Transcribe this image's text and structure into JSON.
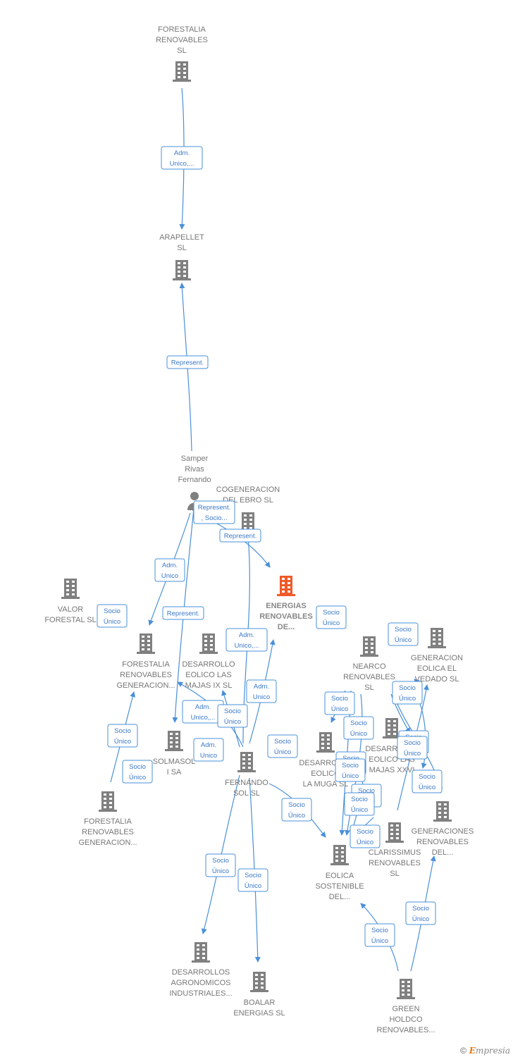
{
  "colors": {
    "building": "#808080",
    "focus": "#f05a28",
    "edge": "#4a90d9"
  },
  "nodes": [
    {
      "id": "forestalia_top",
      "type": "company",
      "lines": [
        "FORESTALIA",
        "RENOVABLES",
        "SL"
      ]
    },
    {
      "id": "arapellet",
      "type": "company",
      "lines": [
        "ARAPELLET",
        "SL"
      ]
    },
    {
      "id": "samper",
      "type": "person",
      "lines": [
        "Samper",
        "Rivas",
        "Fernando"
      ]
    },
    {
      "id": "cogeneracion",
      "type": "company",
      "lines": [
        "COGENERACION",
        "DEL EBRO  SL"
      ]
    },
    {
      "id": "energias",
      "type": "company",
      "focus": true,
      "lines": [
        "ENERGIAS",
        "RENOVABLES",
        "DE..."
      ]
    },
    {
      "id": "valor",
      "type": "company",
      "lines": [
        "VALOR",
        "FORESTAL SL"
      ]
    },
    {
      "id": "forestalia_gen1",
      "type": "company",
      "lines": [
        "FORESTALIA",
        "RENOVABLES",
        "GENERACION..."
      ]
    },
    {
      "id": "desarrollo_ix",
      "type": "company",
      "lines": [
        "DESARROLLO",
        "EOLICO LAS",
        "MAJAS IX  SL"
      ]
    },
    {
      "id": "nearco",
      "type": "company",
      "lines": [
        "NEARCO",
        "RENOVABLES",
        "SL"
      ]
    },
    {
      "id": "gen_vedado",
      "type": "company",
      "lines": [
        "GENERACION",
        "EOLICA EL",
        "VEDADO SL"
      ]
    },
    {
      "id": "solmasol",
      "type": "company",
      "lines": [
        "SOLMASOL",
        "I SA"
      ]
    },
    {
      "id": "fernando_sol",
      "type": "company",
      "lines": [
        "FERNANDO",
        "SOL SL"
      ]
    },
    {
      "id": "desarrollo_muga",
      "type": "company",
      "lines": [
        "DESARROLLO",
        "EOLICO",
        "LA MUGA SL"
      ]
    },
    {
      "id": "desarrollo_xxvi",
      "type": "company",
      "lines": [
        "DESARROLLO",
        "EOLICO LAS",
        "MAJAS XXVI"
      ]
    },
    {
      "id": "forestalia_gen2",
      "type": "company",
      "lines": [
        "FORESTALIA",
        "RENOVABLES",
        "GENERACION..."
      ]
    },
    {
      "id": "generaciones",
      "type": "company",
      "lines": [
        "GENERACIONES",
        "RENOVABLES",
        "DEL..."
      ]
    },
    {
      "id": "clarissimus",
      "type": "company",
      "lines": [
        "CLARISSIMUS",
        "RENOVABLES",
        "SL"
      ]
    },
    {
      "id": "eolica_sostenible",
      "type": "company",
      "lines": [
        "EOLICA",
        "SOSTENIBLE",
        "DEL..."
      ]
    },
    {
      "id": "desarrollos_agro",
      "type": "company",
      "lines": [
        "DESARROLLOS",
        "AGRONOMICOS",
        "INDUSTRIALES..."
      ]
    },
    {
      "id": "boalar",
      "type": "company",
      "lines": [
        "BOALAR",
        "ENERGIAS  SL"
      ]
    },
    {
      "id": "green_holdco",
      "type": "company",
      "lines": [
        "GREEN",
        "HOLDCO",
        "RENOVABLES..."
      ]
    }
  ],
  "badges": [
    {
      "lines": [
        "Adm.",
        "Unico,..."
      ]
    },
    {
      "lines": [
        "Represent."
      ]
    },
    {
      "lines": [
        "Represent.",
        ", Socio..."
      ]
    },
    {
      "lines": [
        "Represent."
      ]
    },
    {
      "lines": [
        "Adm.",
        "Unico"
      ]
    },
    {
      "lines": [
        "Socio",
        "Único"
      ]
    },
    {
      "lines": [
        "Represent."
      ]
    },
    {
      "lines": [
        "Socio",
        "Único"
      ]
    },
    {
      "lines": [
        "Adm.",
        "Unico,..."
      ]
    },
    {
      "lines": [
        "Socio",
        "Único"
      ]
    },
    {
      "lines": [
        "Adm.",
        "Unico"
      ]
    },
    {
      "lines": [
        "Adm.",
        "Unico,..."
      ]
    },
    {
      "lines": [
        "Socio",
        "Único"
      ]
    },
    {
      "lines": [
        "Socio",
        "Único"
      ]
    },
    {
      "lines": [
        "Adm.",
        "Unico"
      ]
    },
    {
      "lines": [
        "Socio",
        "Único"
      ]
    },
    {
      "lines": [
        "Socio",
        "Único"
      ]
    },
    {
      "lines": [
        "Socio",
        "Único"
      ]
    },
    {
      "lines": [
        "Socio",
        "Único"
      ]
    },
    {
      "lines": [
        "Socio",
        "Único"
      ]
    },
    {
      "lines": [
        "Socio",
        "Único"
      ]
    },
    {
      "lines": [
        "Socio",
        "Único"
      ]
    },
    {
      "lines": [
        "Socio",
        "Único"
      ]
    },
    {
      "lines": [
        "Socio",
        "Único"
      ]
    },
    {
      "lines": [
        "Socio",
        "Único"
      ]
    },
    {
      "lines": [
        "Socio",
        "Único"
      ]
    },
    {
      "lines": [
        "Socio",
        "Único"
      ]
    },
    {
      "lines": [
        "Socio",
        "Único"
      ]
    },
    {
      "lines": [
        "Socio",
        "Único"
      ]
    },
    {
      "lines": [
        "Socio",
        "Único"
      ]
    },
    {
      "lines": [
        "Socio",
        "Único"
      ]
    },
    {
      "lines": [
        "Socio",
        "Único"
      ]
    },
    {
      "lines": [
        "Socio",
        "Único"
      ]
    }
  ],
  "footer": {
    "copyright": "©",
    "brand_initial": "E",
    "brand_rest": "mpresia"
  }
}
